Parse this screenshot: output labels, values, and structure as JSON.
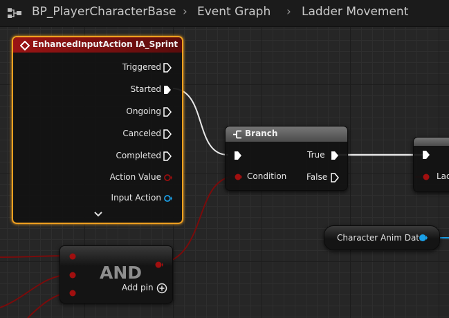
{
  "breadcrumb": {
    "blueprint": "BP_PlayerCharacterBase",
    "graph": "Event Graph",
    "collapsed_graph": "Ladder Movement"
  },
  "icons": {
    "graph": "graph-icon",
    "event": "event-diamond-icon",
    "branch": "branch-icon",
    "expand": "chevron-down-icon",
    "add_pin": "add-pin-icon"
  },
  "event_node": {
    "title": "EnhancedInputAction IA_Sprint",
    "outputs": [
      "Triggered",
      "Started",
      "Ongoing",
      "Canceled",
      "Completed",
      "Action Value",
      "Input Action"
    ]
  },
  "branch_node": {
    "title": "Branch",
    "condition": "Condition",
    "true_label": "True",
    "false_label": "False"
  },
  "and_node": {
    "title": "AND",
    "add_pin": "Add pin"
  },
  "anim_data_node": {
    "label": "Character Anim Data"
  },
  "right_node": {
    "partial_label": "Lad"
  },
  "colors": {
    "exec": "#ffffff",
    "boolean": "#9b0e0e",
    "object": "#1aa0e8",
    "selected_outline": "#f0a020",
    "event_header": "#8f1212",
    "branch_header": "#5c5c5c"
  }
}
